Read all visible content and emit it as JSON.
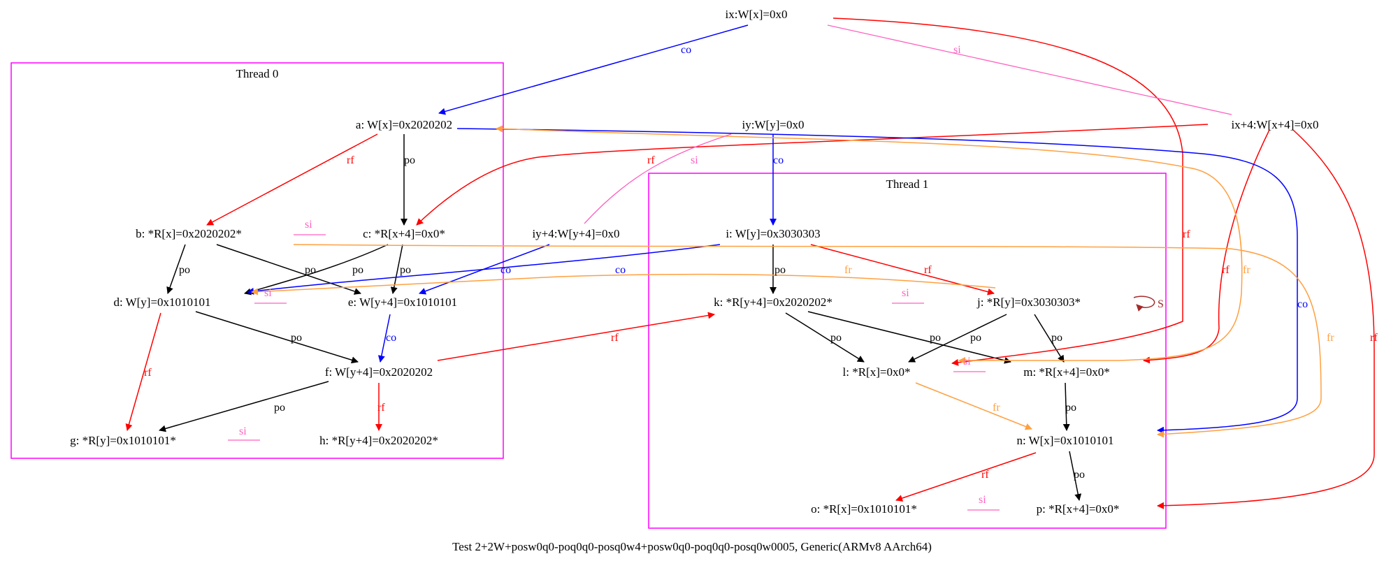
{
  "caption": "Test 2+2W+posw0q0-poq0q0-posq0w4+posw0q0-poq0q0-posq0w0005, Generic(ARMv8 AArch64)",
  "clusters": {
    "thread0": "Thread 0",
    "thread1": "Thread 1"
  },
  "nodes": {
    "ix": "ix:W[x]=0x0",
    "iy": "iy:W[y]=0x0",
    "ix4": "ix+4:W[x+4]=0x0",
    "iy4": "iy+4:W[y+4]=0x0",
    "a": "a: W[x]=0x2020202",
    "b": "b: *R[x]=0x2020202*",
    "c": "c: *R[x+4]=0x0*",
    "d": "d: W[y]=0x1010101",
    "e": "e: W[y+4]=0x1010101",
    "f": "f: W[y+4]=0x2020202",
    "g": "g: *R[y]=0x1010101*",
    "h": "h: *R[y+4]=0x2020202*",
    "i": "i: W[y]=0x3030303",
    "j": "j: *R[y]=0x3030303*",
    "k": "k: *R[y+4]=0x2020202*",
    "l": "l: *R[x]=0x0*",
    "m": "m: *R[x+4]=0x0*",
    "n": "n: W[x]=0x1010101",
    "o": "o: *R[x]=0x1010101*",
    "p": "p: *R[x+4]=0x0*"
  },
  "edge_labels": {
    "po": "po",
    "rf": "rf",
    "co": "co",
    "fr": "fr",
    "si": "si",
    "self_loop": "S"
  },
  "colors": {
    "po": "#000000",
    "rf": "#ff0000",
    "co": "#0000ff",
    "fr": "#ffa040",
    "si": "#ff60c0",
    "cluster": "#ff00ff",
    "self_loop": "#a52a2a"
  }
}
